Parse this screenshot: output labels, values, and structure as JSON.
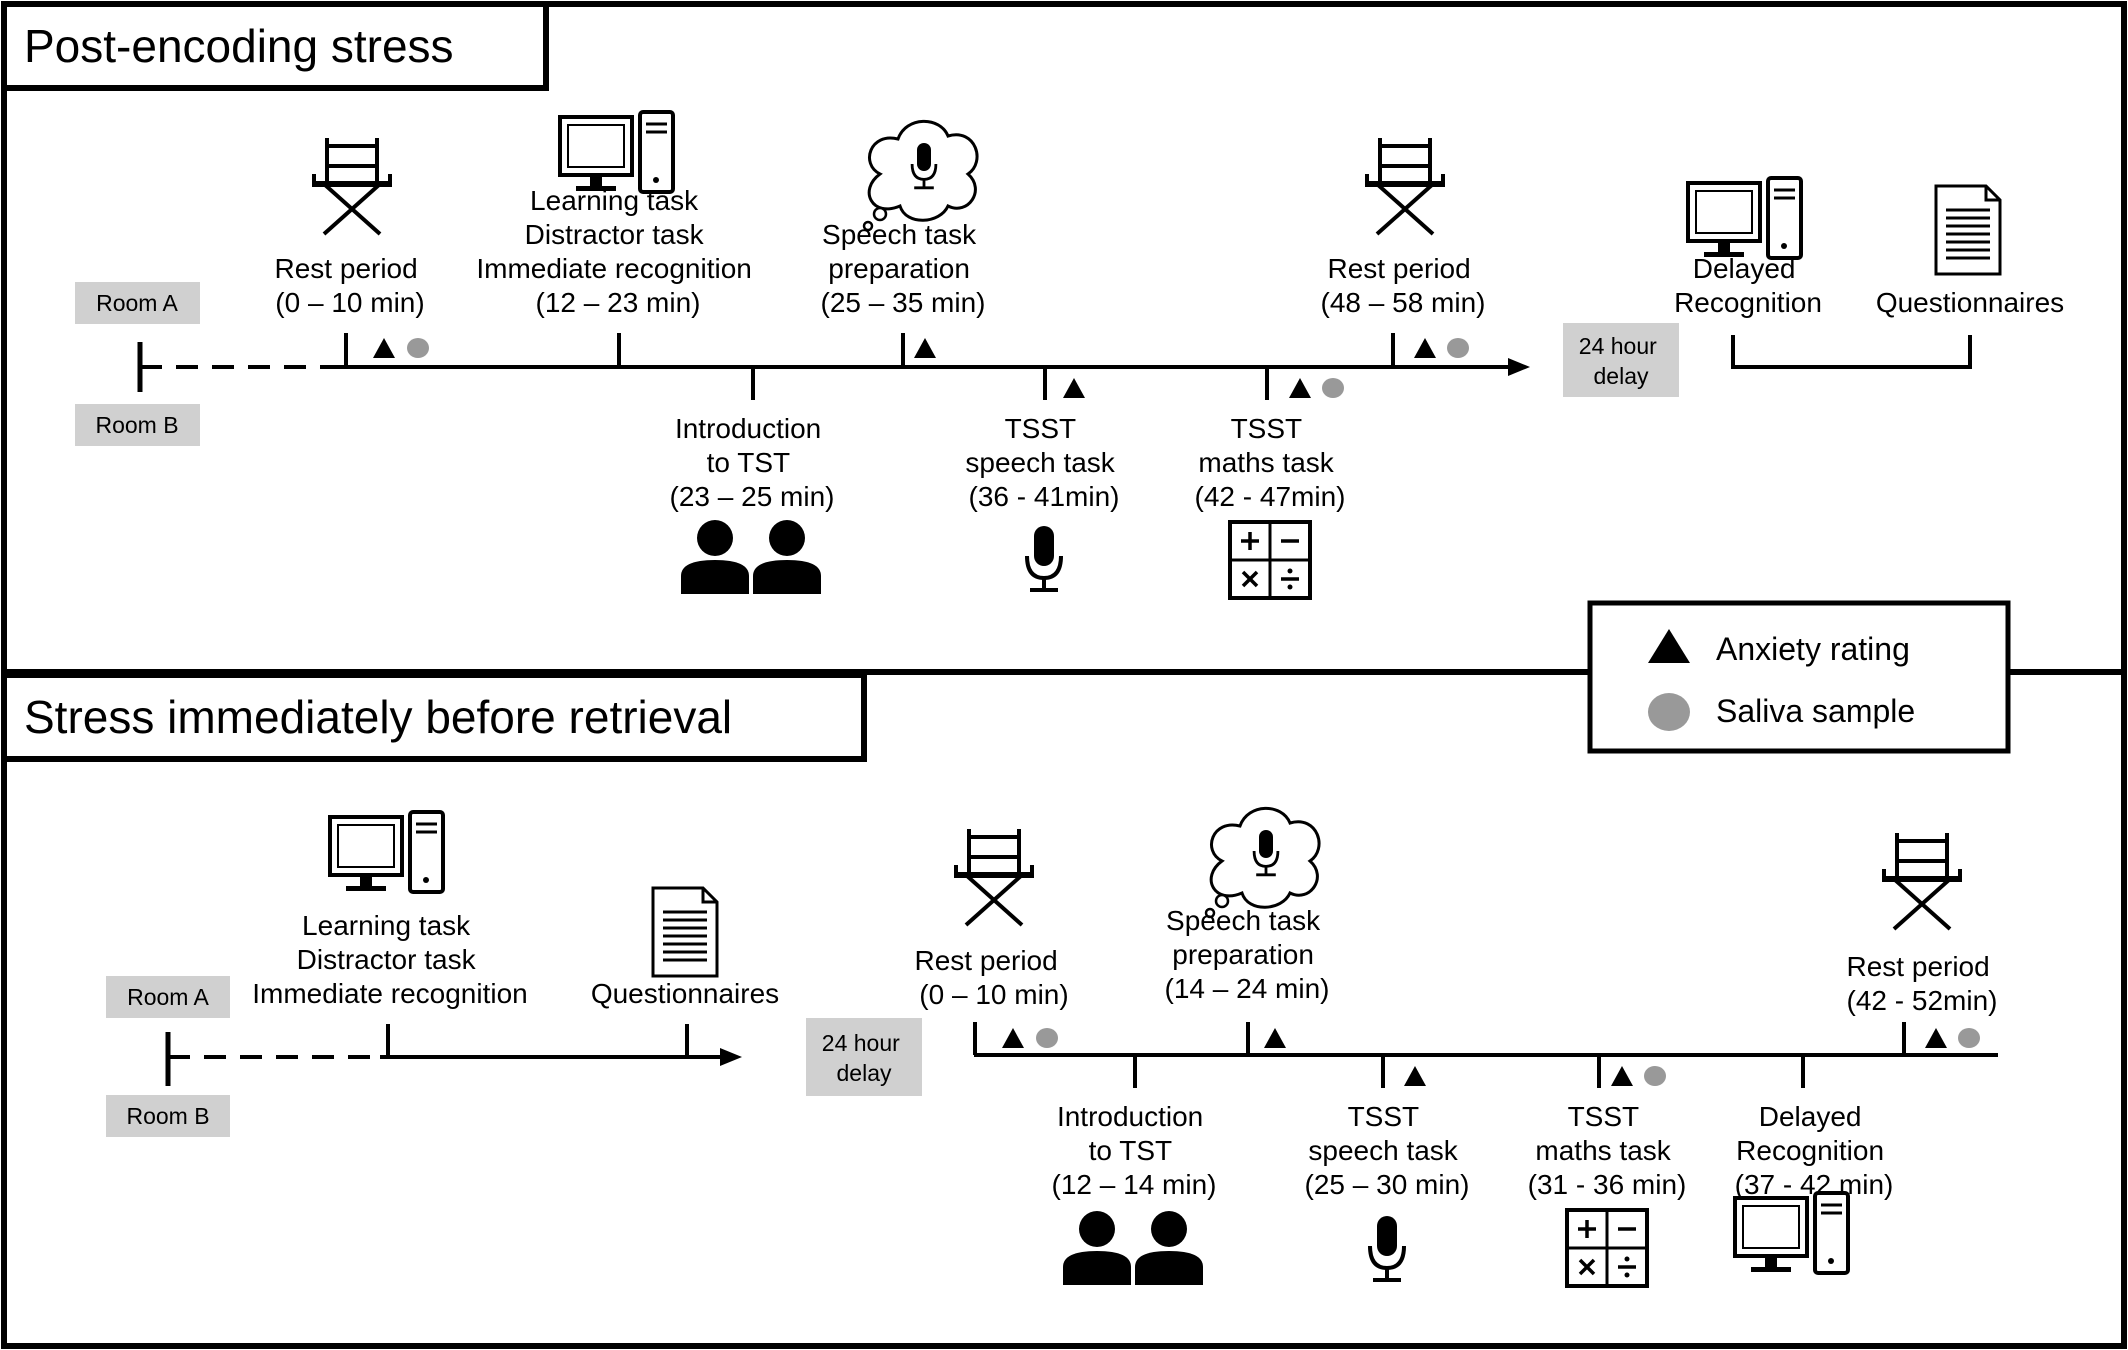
{
  "colors": {
    "background": "#ffffff",
    "line": "#000000",
    "room_box": "#d0d0d0",
    "saliva": "#999999",
    "icon": "#000000"
  },
  "panel_top": {
    "title": "Post-encoding stress",
    "room_a": "Room A",
    "room_b": "Room B",
    "rest1": [
      "Rest period",
      "(0 – 10 min)"
    ],
    "learning": [
      "Learning task",
      "Distractor task",
      "Immediate recognition",
      "(12 – 23 min)"
    ],
    "speech_prep": [
      "Speech task",
      "preparation",
      "(25 – 35 min)"
    ],
    "rest2": [
      "Rest period",
      "(48 – 58 min)"
    ],
    "intro": [
      "Introduction",
      "to TST",
      "(23 – 25 min)"
    ],
    "tsst_speech": [
      "TSST",
      "speech task",
      "(36 - 41min)"
    ],
    "tsst_maths": [
      "TSST",
      "maths task",
      "(42 - 47min)"
    ],
    "delay": [
      "24 hour",
      "delay"
    ],
    "delayed_recognition": [
      "Delayed",
      "Recognition"
    ],
    "questionnaires": "Questionnaires"
  },
  "panel_bottom": {
    "title": "Stress immediately before retrieval",
    "room_a": "Room A",
    "room_b": "Room B",
    "learning": [
      "Learning task",
      "Distractor task",
      "Immediate recognition"
    ],
    "questionnaires": "Questionnaires",
    "delay": [
      "24 hour",
      "delay"
    ],
    "rest1": [
      "Rest period",
      "(0 – 10 min)"
    ],
    "speech_prep": [
      "Speech task",
      "preparation",
      "(14 – 24 min)"
    ],
    "rest2": [
      "Rest period",
      "(42 - 52min)"
    ],
    "intro": [
      "Introduction",
      "to TST",
      "(12 – 14 min)"
    ],
    "tsst_speech": [
      "TSST",
      "speech task",
      "(25 – 30 min)"
    ],
    "tsst_maths": [
      "TSST",
      "maths task",
      "(31 - 36 min)"
    ],
    "delayed_recognition": [
      "Delayed",
      "Recognition",
      "(37 - 42 min)"
    ]
  },
  "legend": {
    "anxiety": "Anxiety rating",
    "saliva": "Saliva sample"
  },
  "icons": [
    "director-chair-icon",
    "computer-icon",
    "thought-bubble-microphone-icon",
    "microphone-icon",
    "two-people-icon",
    "calculator-icon",
    "document-icon",
    "triangle-icon",
    "circle-icon"
  ]
}
